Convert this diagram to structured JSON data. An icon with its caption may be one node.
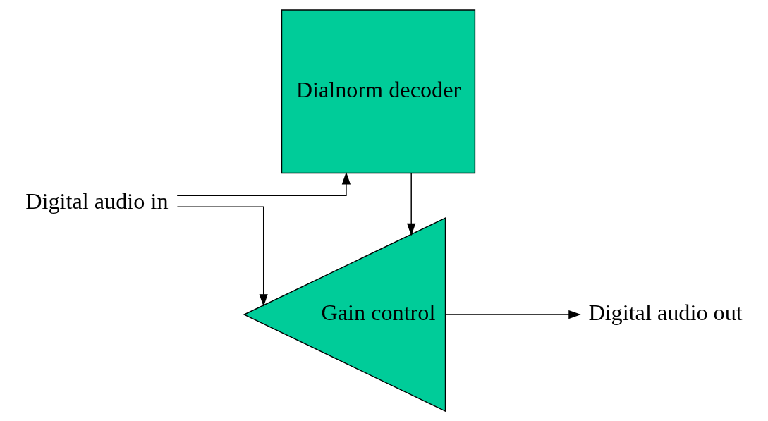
{
  "diagram": {
    "nodes": [
      {
        "text": [
          "Digital audio in"
        ]
      },
      {
        "text": [
          "Dialnorm decoder"
        ]
      },
      {
        "text": [
          "Gain control"
        ]
      },
      {
        "text": [
          "Digital audio out"
        ]
      }
    ],
    "edges": [
      {
        "from": 0,
        "to": 1,
        "arrow": "to"
      },
      {
        "from": 0,
        "to": 2,
        "arrow": "to"
      },
      {
        "from": 1,
        "to": 2,
        "arrow": "to"
      },
      {
        "from": 2,
        "to": 3,
        "arrow": "to"
      }
    ]
  }
}
